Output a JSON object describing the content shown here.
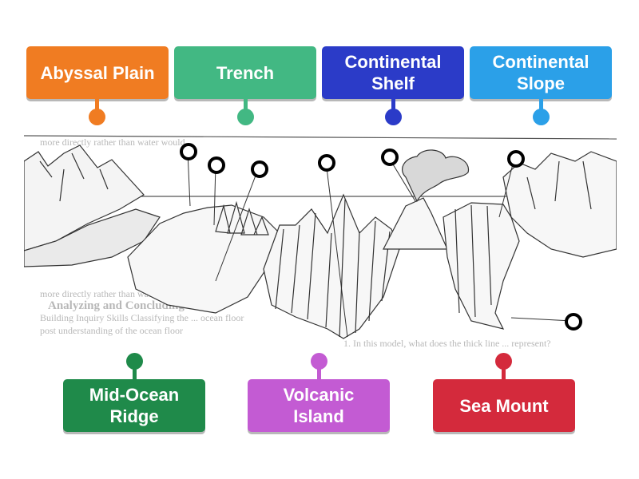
{
  "labels": [
    {
      "id": "abyssal-plain",
      "text": "Abyssal Plain",
      "color": "#f07c22",
      "accent": "#f2821f"
    },
    {
      "id": "trench",
      "text": "Trench",
      "color": "#42b883",
      "accent": "#3dbb87"
    },
    {
      "id": "continental-shelf",
      "text": "Continental\nShelf",
      "color": "#2b3bc8",
      "accent": "#2638c4"
    },
    {
      "id": "continental-slope",
      "text": "Continental\nSlope",
      "color": "#2ba0e8",
      "accent": "#2aa3ea"
    },
    {
      "id": "mid-ocean-ridge",
      "text": "Mid-Ocean\nRidge",
      "color": "#1f8a4a",
      "accent": "#1c8a49"
    },
    {
      "id": "volcanic-island",
      "text": "Volcanic\nIsland",
      "color": "#c35bd3",
      "accent": "#c35bd3"
    },
    {
      "id": "sea-mount",
      "text": "Sea Mount",
      "color": "#d42a3c",
      "accent": "#d42a3c"
    }
  ],
  "background_text": {
    "heading": "Analyzing and Concluding",
    "line1": "Building Inquiry Skills Classifying the ... ocean floor",
    "line2": "post understanding of the ocean floor",
    "line3": "1. In this model, what does the thick line ... represent?",
    "line4": "more directly rather than water would"
  }
}
